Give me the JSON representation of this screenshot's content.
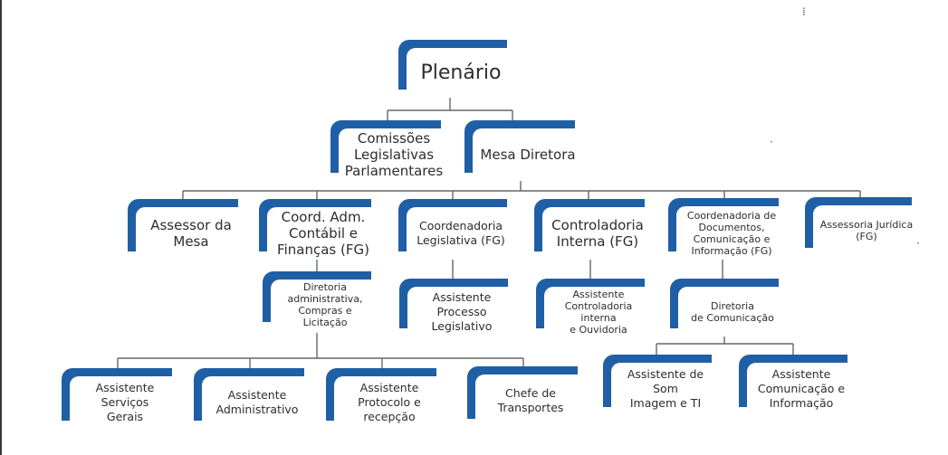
{
  "colors": {
    "box_accent": "#1f5fa6",
    "box_face": "#ffffff",
    "connector": "#666666",
    "text": "#2d2d2d"
  },
  "chart": {
    "root": "Plenário",
    "level1": {
      "comissoes": "Comissões\nLegislativas\nParlamentares",
      "mesa": "Mesa Diretora"
    },
    "level2": {
      "assessor": "Assessor da\nMesa",
      "coord_adm": "Coord. Adm.\nContábil e\nFinanças (FG)",
      "coord_leg": "Coordenadoria\nLegislativa (FG)",
      "controladoria": "Controladoria\nInterna (FG)",
      "coord_doc": "Coordenadoria de\nDocumentos,\nComunicação e\nInformação (FG)",
      "assessoria_jur": "Assessoria Jurídica\n(FG)"
    },
    "level3": {
      "diretoria_adm": "Diretoria\nadministrativa,\nCompras e Licitação",
      "assist_proc_leg": "Assistente Processo\nLegislativo",
      "assist_control": "Assistente\nControladoria interna\ne Ouvidoria",
      "diretoria_com": "Diretoria\nde Comunicação"
    },
    "level4": {
      "serv_gerais": "Assistente Serviços\nGerais",
      "administrativo": "Assistente\nAdministrativo",
      "protocolo": "Assistente\nProtocolo e\nrecepção",
      "transportes": "Chefe de\nTransportes",
      "som_imagem": "Assistente de Som\nImagem e TI",
      "com_info": "Assistente\nComunicação e\nInformação"
    }
  }
}
